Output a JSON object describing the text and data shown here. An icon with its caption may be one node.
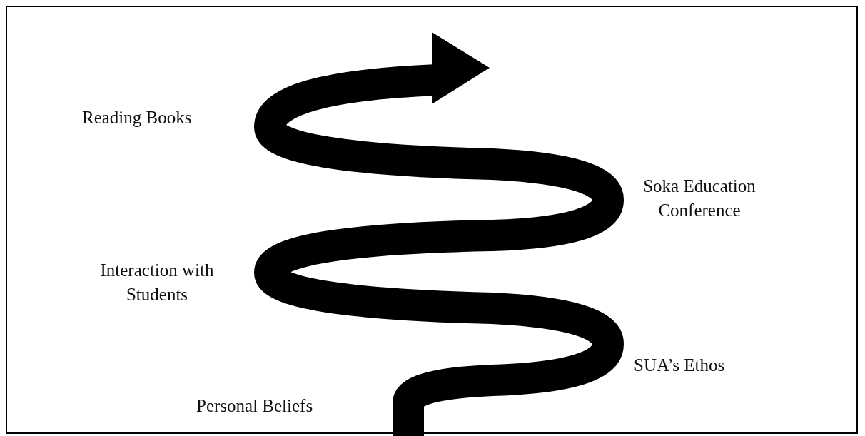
{
  "diagram": {
    "labels": [
      "Reading Books",
      "Soka Education Conference",
      "Interaction with Students",
      "SUA’s Ethos",
      "Personal Beliefs"
    ]
  }
}
